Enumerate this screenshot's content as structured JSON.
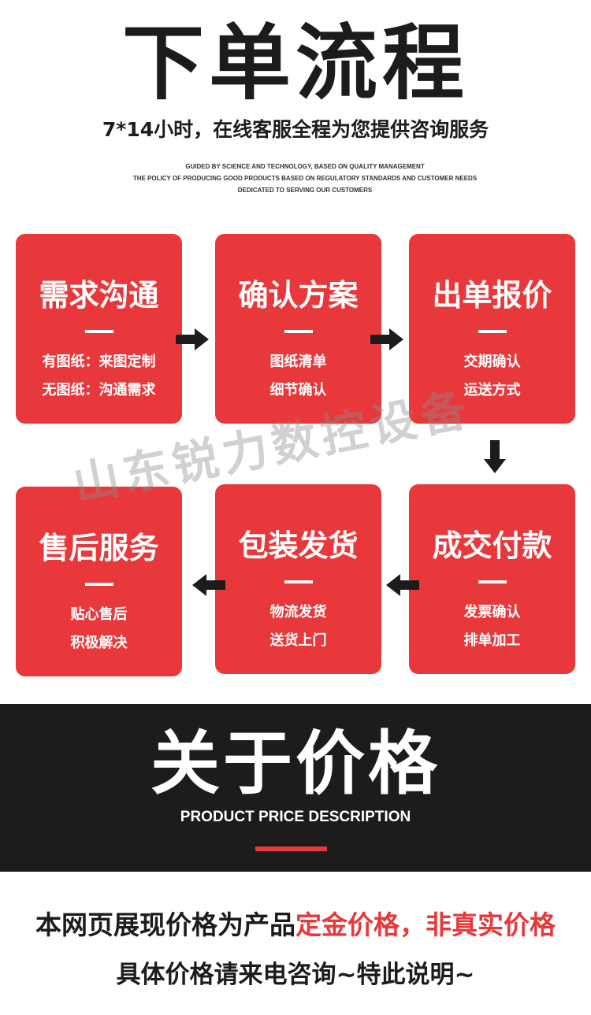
{
  "header": {
    "title": "下单流程",
    "subtitle": "7*14小时，在线客服全程为您提供咨询服务",
    "english_lines": [
      "GUIDED BY SCIENCE AND TECHNOLOGY, BASED ON QUALITY MANAGEMENT",
      "THE POLICY OF PRODUCING GOOD PRODUCTS BASED ON REGULATORY STANDARDS AND CUSTOMER NEEDS",
      "DEDICATED TO SERVING OUR CUSTOMERS"
    ]
  },
  "steps": [
    {
      "title": "需求沟通",
      "line1": "有图纸：来图定制",
      "line2": "无图纸：沟通需求"
    },
    {
      "title": "确认方案",
      "line1": "图纸清单",
      "line2": "细节确认"
    },
    {
      "title": "出单报价",
      "line1": "交期确认",
      "line2": "运送方式"
    },
    {
      "title": "售后服务",
      "line1": "贴心售后",
      "line2": "积极解决"
    },
    {
      "title": "包装发货",
      "line1": "物流发货",
      "line2": "送货上门"
    },
    {
      "title": "成交付款",
      "line1": "发票确认",
      "line2": "排单加工"
    }
  ],
  "watermark": "山东锐力数控设备",
  "price_section": {
    "title": "关于价格",
    "subtitle": "PRODUCT PRICE DESCRIPTION",
    "notice_line1_black": "本网页展现价格为产品",
    "notice_line1_red": "定金价格，非真实价格",
    "notice_line2": "具体价格请来电咨询~特此说明~"
  },
  "colors": {
    "accent_red": "#e8383b",
    "dark": "#1c1c1c",
    "white": "#ffffff"
  },
  "icons": [
    "arrow-right-icon",
    "arrow-down-icon",
    "arrow-left-icon"
  ]
}
